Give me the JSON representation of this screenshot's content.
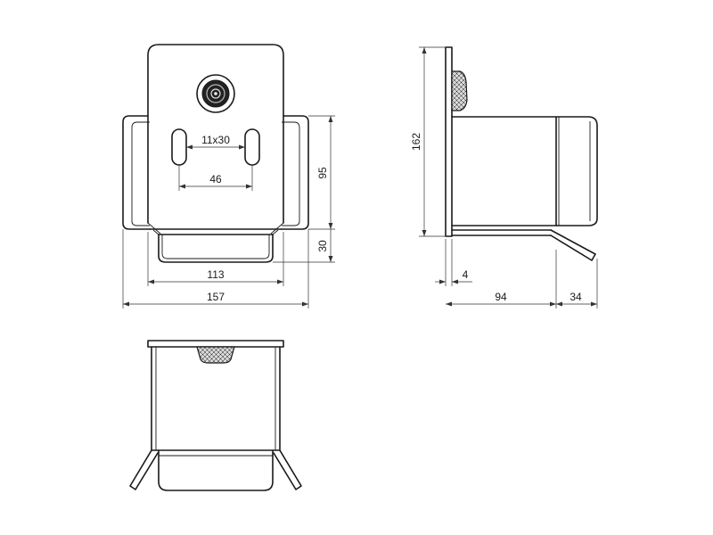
{
  "drawing": {
    "front_view": {
      "dimensions": {
        "slot_size": "11x30",
        "slot_spacing": "46",
        "side_height": "95",
        "tray_height": "30",
        "inner_width": "113",
        "overall_width": "157"
      }
    },
    "side_view": {
      "dimensions": {
        "overall_height": "162",
        "plate_thickness": "4",
        "depth": "94",
        "tab_length": "34"
      }
    }
  },
  "colors": {
    "line": "#1a1a1a",
    "pad_fill": "#d9d9d9",
    "background": "#ffffff"
  }
}
